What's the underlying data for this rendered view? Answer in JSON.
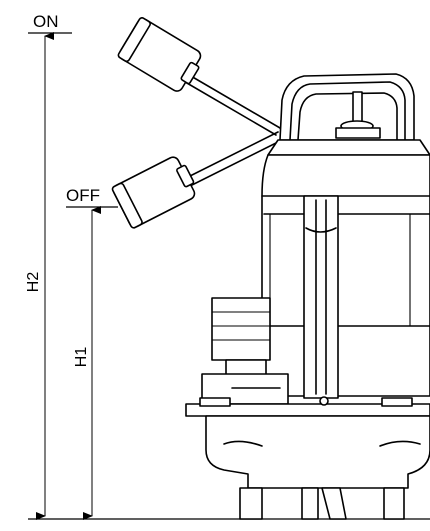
{
  "labels": {
    "on": "ON",
    "off": "OFF",
    "h1": "H1",
    "h2": "H2"
  },
  "colors": {
    "line": "#000000",
    "background": "#ffffff"
  }
}
